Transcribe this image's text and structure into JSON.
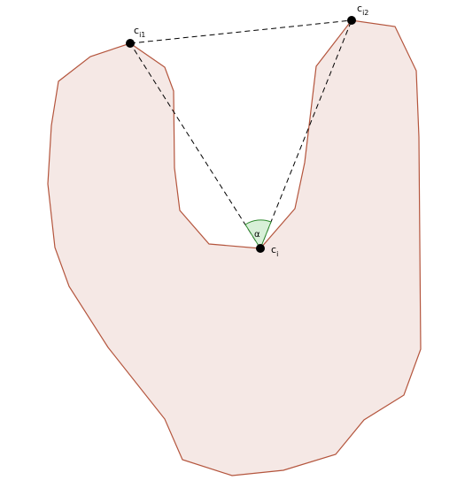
{
  "diagram": {
    "colors": {
      "region_fill": "#f5e8e5",
      "region_stroke": "#b4553d",
      "dash": "#000000",
      "angle_fill": "#d8f0d8",
      "angle_stroke": "#2e8a2e",
      "point": "#000000"
    },
    "points": {
      "ci": {
        "base": "c",
        "sub": "i"
      },
      "ci1": {
        "base": "c",
        "sub": "i1"
      },
      "ci2": {
        "base": "c",
        "sub": "i2"
      }
    },
    "angle_label": "α"
  }
}
